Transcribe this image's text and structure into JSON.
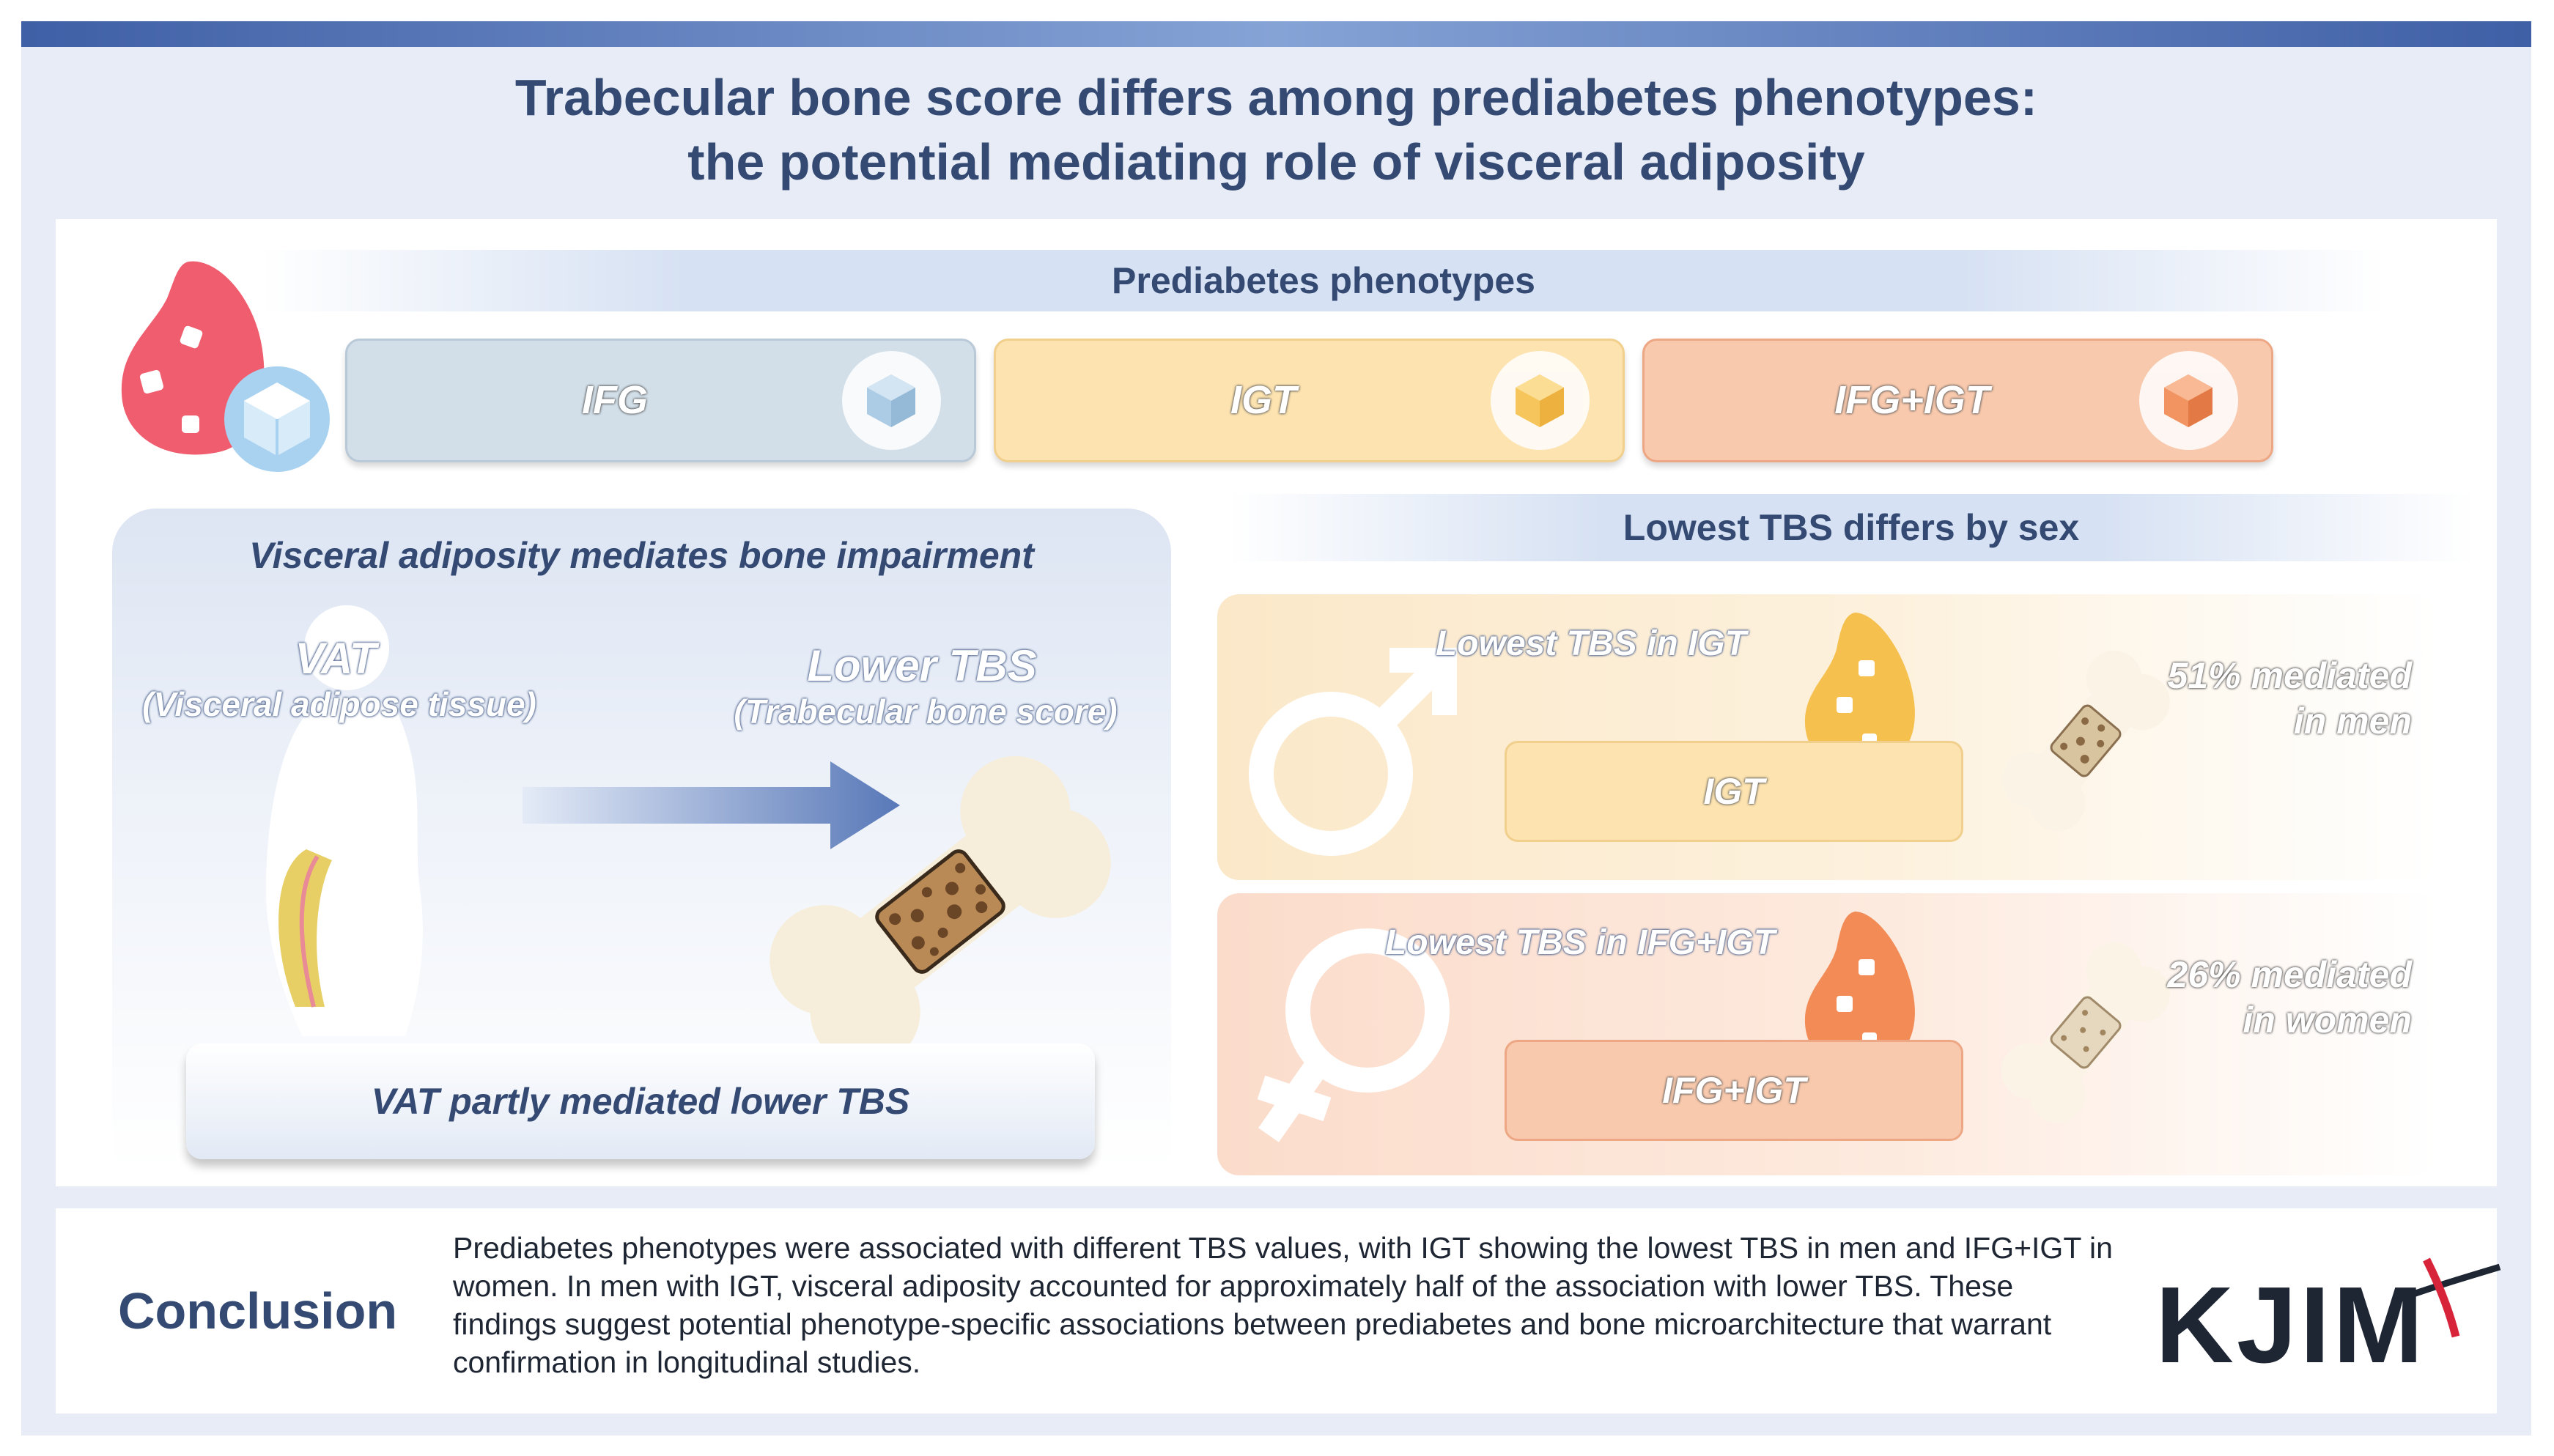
{
  "title": {
    "line1": "Trabecular bone score differs among prediabetes phenotypes:",
    "line2": "the potential mediating role of visceral adiposity"
  },
  "phenotypes": {
    "heading": "Prediabetes phenotypes",
    "items": [
      {
        "label": "IFG",
        "color": "#d2dfe9",
        "icon": "cube-icon-blue"
      },
      {
        "label": "IGT",
        "color": "#fce3b0",
        "icon": "cube-icon-yellow"
      },
      {
        "label": "IFG+IGT",
        "color": "#f8c9ad",
        "icon": "cube-icon-orange"
      }
    ]
  },
  "visceral": {
    "heading": "Visceral adiposity mediates bone impairment",
    "vat_label": "VAT",
    "vat_sub": "(Visceral adipose tissue)",
    "tbs_label": "Lower TBS",
    "tbs_sub": "(Trabecular bone score)",
    "result": "VAT partly mediated lower TBS"
  },
  "sex": {
    "heading": "Lowest TBS differs by sex",
    "men": {
      "caption": "Lowest TBS in IGT",
      "box": "IGT",
      "mediated_line1": "51% mediated",
      "mediated_line2": "in men",
      "symbol": "male-symbol-icon"
    },
    "women": {
      "caption": "Lowest TBS in IFG+IGT",
      "box": "IFG+IGT",
      "mediated_line1": "26% mediated",
      "mediated_line2": "in women",
      "symbol": "female-symbol-icon"
    }
  },
  "conclusion": {
    "label": "Conclusion",
    "text": "Prediabetes phenotypes were associated with different TBS values, with IGT showing the lowest TBS in men and IFG+IGT in women. In men with IGT, visceral adiposity accounted for approximately half of the association with lower TBS. These findings suggest potential phenotype-specific associations between prediabetes and bone microarchitecture that warrant confirmation in longitudinal studies."
  },
  "logo": {
    "text": "KJIM"
  }
}
